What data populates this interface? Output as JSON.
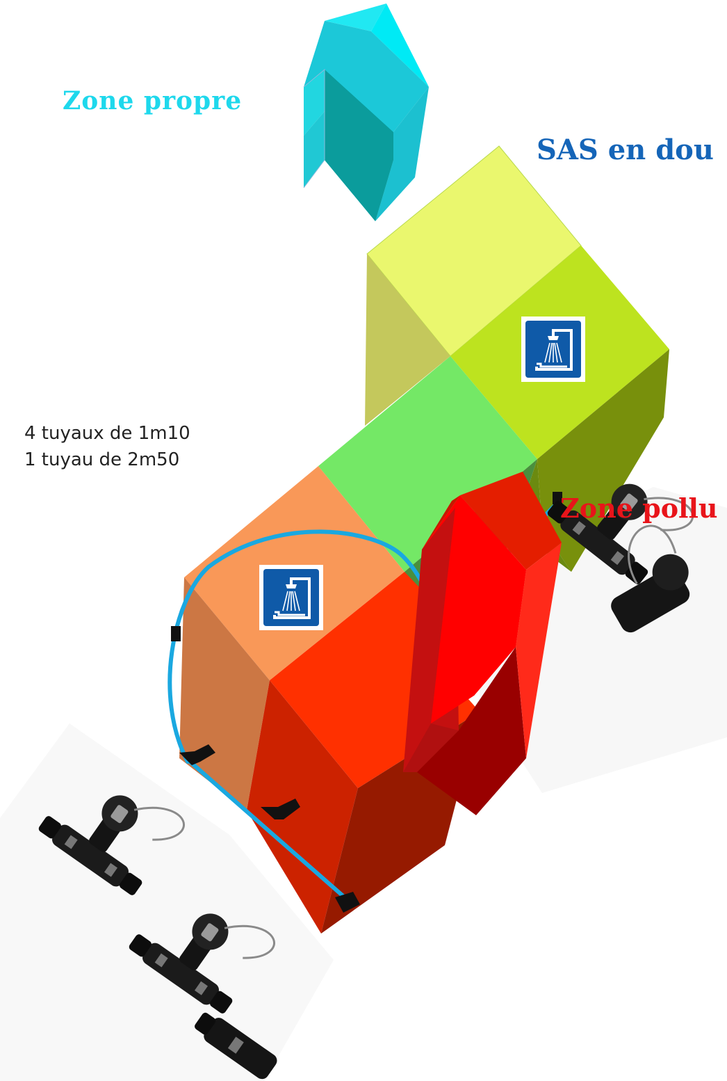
{
  "labels": {
    "zone_propre": "Zone propre",
    "sas_title": "SAS en dou",
    "zone_polluee": "Zone pollu"
  },
  "pipe_info": {
    "line1": "4 tuyaux de 1m10",
    "line2": "1 tuyau de 2m50"
  },
  "icons": [
    "up-arrow-icon",
    "shower-icon",
    "hose-fitting-icon"
  ],
  "colors": {
    "zone_propre_text": "#1ed8ec",
    "sas_text": "#1565b8",
    "zone_polluee_text": "#e8141a",
    "pipe": "#1aa8e0",
    "cube_yellow": "#eaf76e",
    "cube_lime": "#bde31f",
    "cube_green": "#74e866",
    "cube_orange": "#f99858",
    "cube_red": "#ff3000",
    "sign_blue": "#0f5aa8"
  }
}
